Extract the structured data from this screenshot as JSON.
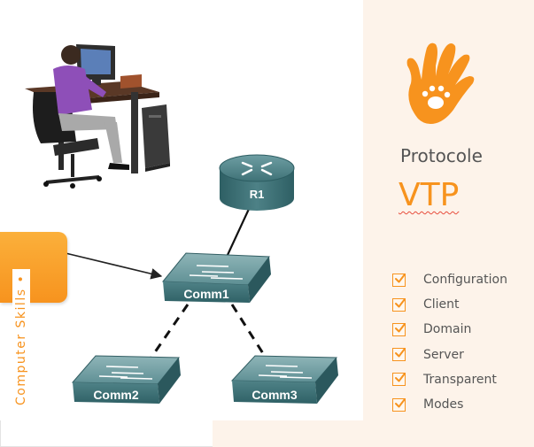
{
  "branding": {
    "logo_icon": "hand-paw-logo-icon",
    "accent_color": "#f7931e",
    "subtitle": "Protocole",
    "title": "VTP",
    "side_label": "Computer Skills",
    "side_label_bullet": "•"
  },
  "checklist": {
    "items": [
      "Configuration",
      "Client",
      "Domain",
      "Server",
      "Transparent",
      "Modes"
    ]
  },
  "diagram": {
    "router": {
      "label": "R1"
    },
    "switches": [
      {
        "id": "comm1",
        "label": "Comm1"
      },
      {
        "id": "comm2",
        "label": "Comm2"
      },
      {
        "id": "comm3",
        "label": "Comm3"
      }
    ],
    "links": [
      {
        "from": "workstation",
        "to": "comm1",
        "style": "arrow"
      },
      {
        "from": "comm1",
        "to": "r1",
        "style": "solid"
      },
      {
        "from": "comm1",
        "to": "comm2",
        "style": "dashed"
      },
      {
        "from": "comm1",
        "to": "comm3",
        "style": "dashed"
      }
    ]
  }
}
